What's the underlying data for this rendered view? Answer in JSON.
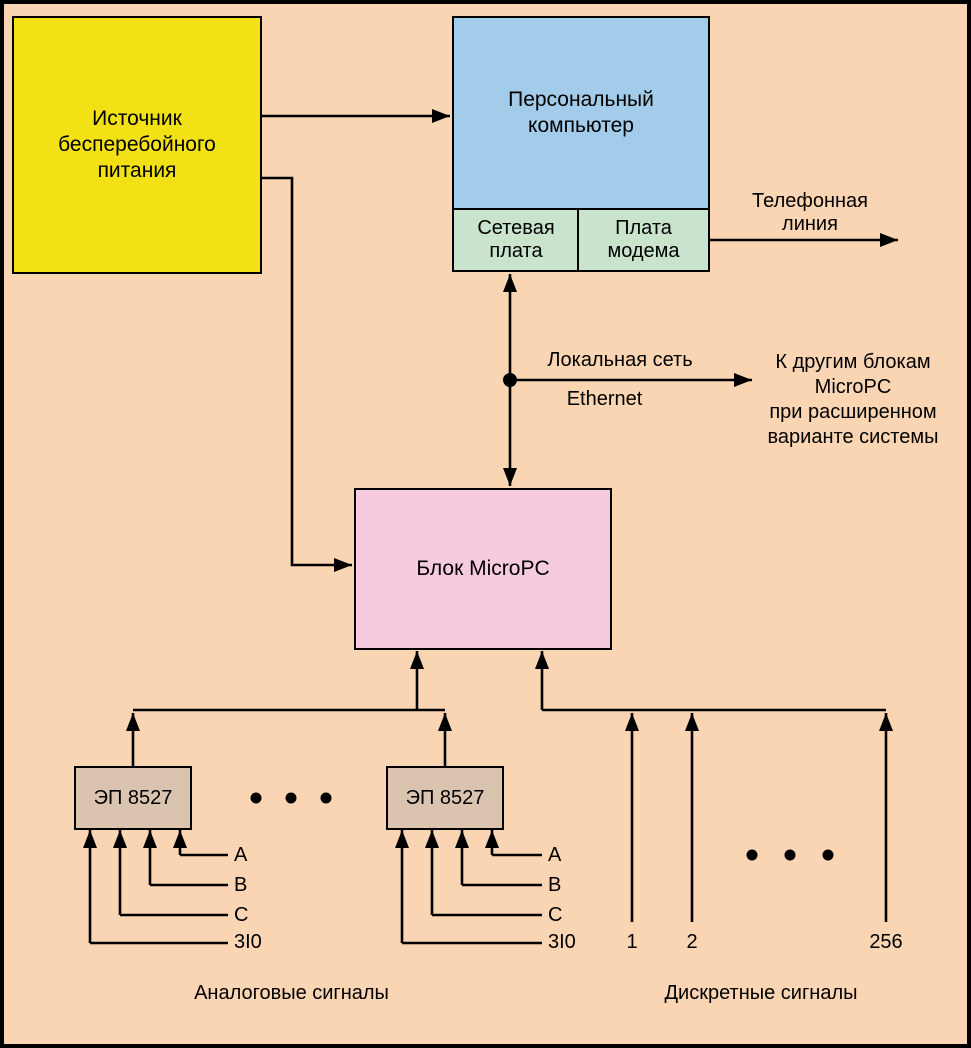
{
  "colors": {
    "background": "#F9D5B3",
    "ups_box": "#F2E115",
    "pc_box": "#A3CBEA",
    "card_box": "#C9E3CC",
    "micropc_box": "#F6CBDF",
    "ep_box": "#DAC4B0",
    "line": "#000000"
  },
  "ups": {
    "lines": [
      "Источник",
      "бесперебойного",
      "питания"
    ]
  },
  "pc": {
    "lines": [
      "Персональный",
      "компьютер"
    ]
  },
  "network_card": {
    "lines": [
      "Сетевая",
      "плата"
    ]
  },
  "modem_card": {
    "lines": [
      "Плата",
      "модема"
    ]
  },
  "phone_line": {
    "lines": [
      "Телефонная",
      "линия"
    ]
  },
  "ethernet": {
    "top_label": "Локальная сеть",
    "bottom_label": "Ethernet"
  },
  "expansion_note": {
    "lines": [
      "К другим блокам",
      "MicroPC",
      "при расширенном",
      "варианте системы"
    ]
  },
  "micropc": {
    "label": "Блок MicroPC"
  },
  "ep1": {
    "label": "ЭП 8527",
    "inputs": [
      "A",
      "B",
      "C",
      "3I0"
    ]
  },
  "ep2": {
    "label": "ЭП 8527",
    "inputs": [
      "A",
      "B",
      "C",
      "3I0"
    ]
  },
  "discrete": {
    "numbers": [
      "1",
      "2",
      "256"
    ]
  },
  "captions": {
    "analog": "Аналоговые сигналы",
    "discrete": "Дискретные сигналы"
  }
}
